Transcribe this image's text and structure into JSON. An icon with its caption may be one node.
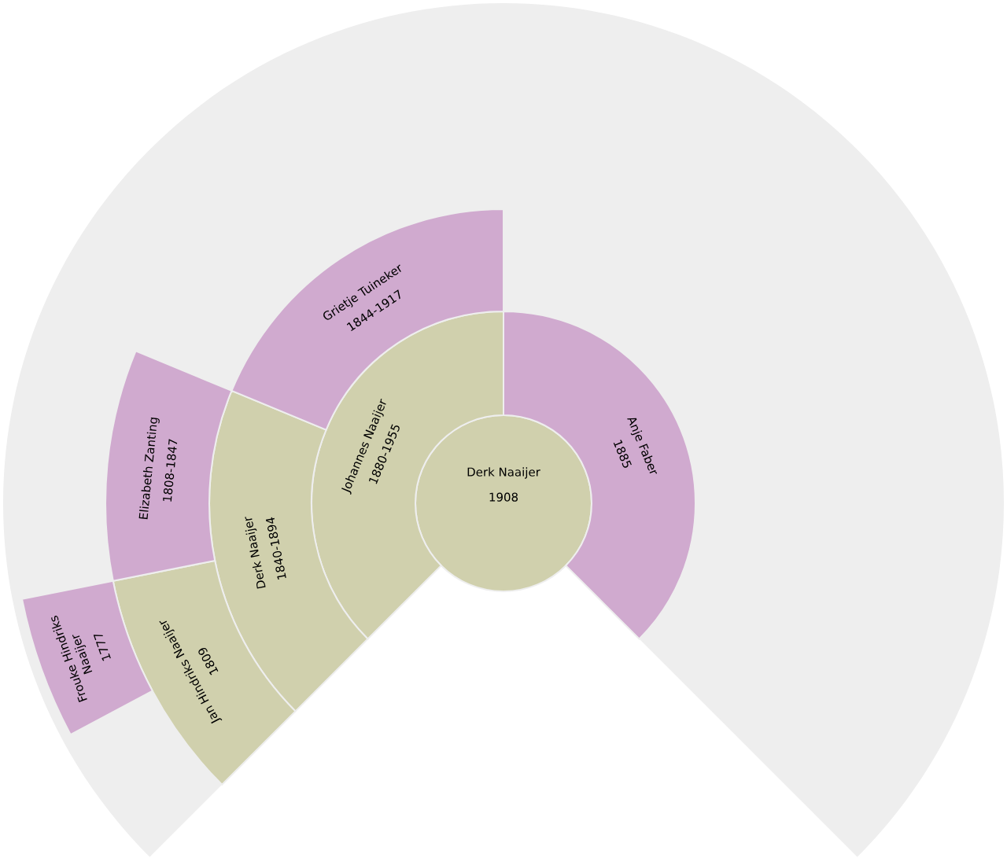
{
  "diagram": {
    "nodes": [
      {
        "text": [
          "Derk Naaijer",
          "1908"
        ]
      },
      {
        "text": [
          "Johannes Naaijer",
          "1880-1955"
        ]
      },
      {
        "text": [
          "Anje Faber",
          "1885"
        ]
      },
      {
        "text": [
          "Derk Naaijer",
          "1840-1894"
        ]
      },
      {
        "text": [
          "Grietje Tuineker",
          "1844-1917"
        ]
      },
      {
        "text": [
          "Jan Hindriks Naaijer",
          "1809"
        ]
      },
      {
        "text": [
          "Elizabeth Zanting",
          "1808-1847"
        ]
      },
      {
        "text": [
          "Frouke Hindriks Naaijer",
          "1777"
        ]
      }
    ]
  }
}
